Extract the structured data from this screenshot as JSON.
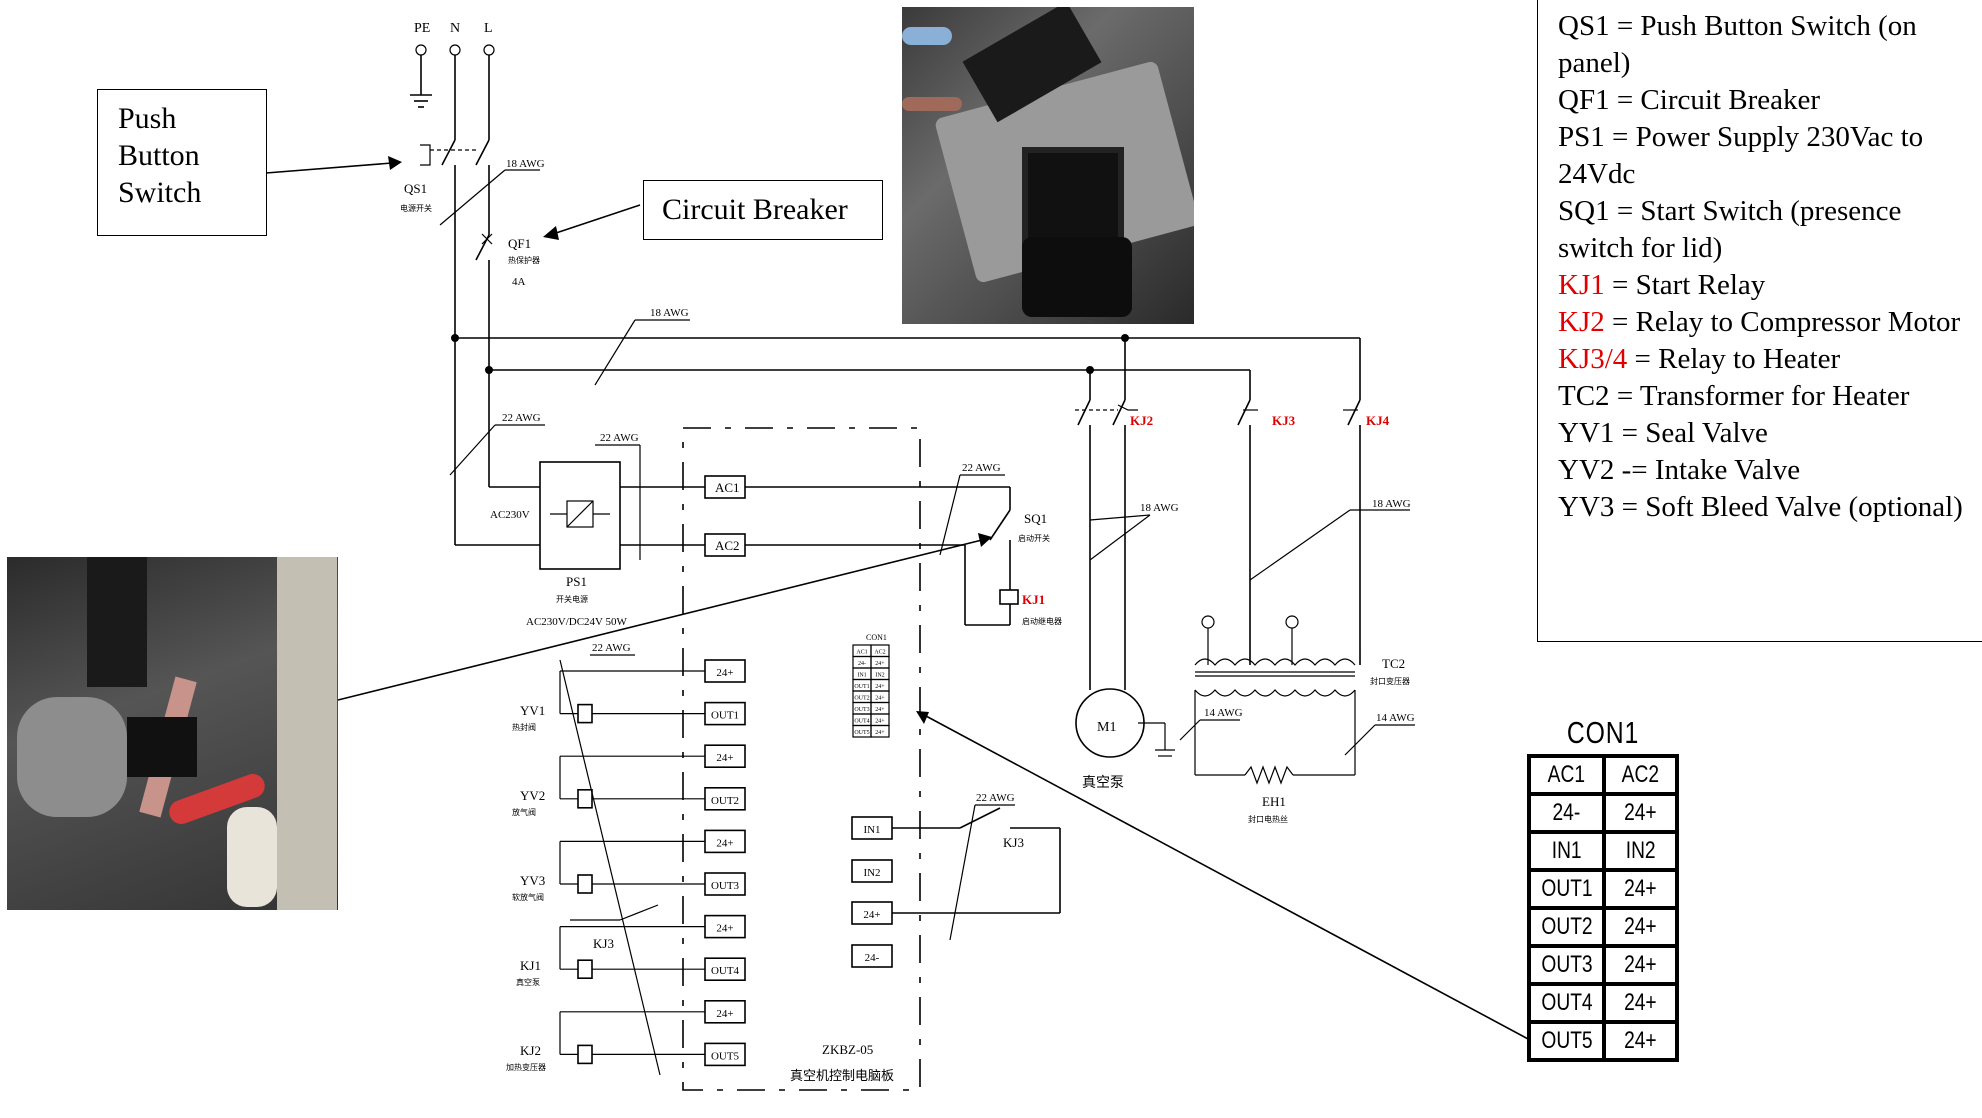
{
  "legend": {
    "items": [
      {
        "key": "QS1",
        "key_color": "#000000",
        "text": " = Push Button Switch (on panel)"
      },
      {
        "key": "QF1",
        "key_color": "#000000",
        "text": " = Circuit Breaker"
      },
      {
        "key": "PS1",
        "key_color": "#000000",
        "text": " = Power Supply 230Vac to 24Vdc"
      },
      {
        "key": "SQ1",
        "key_color": "#000000",
        "text": " = Start Switch (presence switch for lid)"
      },
      {
        "key": "KJ1",
        "key_color": "#e00000",
        "text": " = Start Relay"
      },
      {
        "key": "KJ2",
        "key_color": "#e00000",
        "text": " = Relay to Compressor Motor"
      },
      {
        "key": "KJ3/4",
        "key_color": "#e00000",
        "text": " = Relay to Heater"
      },
      {
        "key": "TC2",
        "key_color": "#000000",
        "text": " = Transformer for Heater"
      },
      {
        "key": "YV1",
        "key_color": "#000000",
        "text": " = Seal Valve"
      },
      {
        "key": "YV2",
        "key_color": "#000000",
        "text": " -= Intake Valve"
      },
      {
        "key": "YV3",
        "key_color": "#000000",
        "text": " = Soft Bleed Valve (optional)"
      }
    ]
  },
  "callouts": {
    "push_button": {
      "line1": "Push",
      "line2": "Button",
      "line3": "Switch"
    },
    "circuit_breaker": "Circuit Breaker"
  },
  "mains": {
    "pe": "PE",
    "n": "N",
    "l": "L"
  },
  "labels": {
    "qs1": "QS1",
    "qs1_cn": "电源开关",
    "qf1": "QF1",
    "qf1_cn": "热保护器",
    "qf1_rating": "4A",
    "awg18_a": "18 AWG",
    "awg18_b": "18 AWG",
    "awg22_a": "22 AWG",
    "awg22_b": "22 AWG",
    "awg22_c": "22 AWG",
    "awg22_d": "22 AWG",
    "awg22_e": "22 AWG",
    "awg18_c": "18 AWG",
    "awg18_d": "18 AWG",
    "awg14_a": "14 AWG",
    "awg14_b": "14 AWG",
    "ac230v": "AC230V",
    "ps1": "PS1",
    "ps1_cn": "开关电源",
    "ps1_rating": "AC230V/DC24V 50W",
    "ac1": "AC1",
    "ac2": "AC2",
    "sq1": "SQ1",
    "sq1_cn": "启动开关",
    "kj1": "KJ1",
    "kj1_cn": "启动继电器",
    "kj2": "KJ2",
    "kj3": "KJ3",
    "kj4": "KJ4",
    "m1": "M1",
    "m1_cn": "真空泵",
    "tc2": "TC2",
    "tc2_cn": "封口变压器",
    "eh1": "EH1",
    "eh1_cn": "封口电热丝",
    "yv1": "YV1",
    "yv1_cn": "热封阀",
    "yv2": "YV2",
    "yv2_cn": "放气阀",
    "yv3": "YV3",
    "yv3_cn": "软放气阀",
    "kj1_coil": "KJ1",
    "kj1_coil_cn": "真空泵",
    "kj2_coil": "KJ2",
    "kj2_coil_cn": "加热变压器",
    "kj3_contact": "KJ3",
    "kj3_contact_b": "KJ3",
    "board": "ZKBZ-05",
    "board_cn": "真空机控制电脑板",
    "con1_small": "CON1"
  },
  "terminals_left": [
    "24+",
    "OUT1",
    "24+",
    "OUT2",
    "24+",
    "OUT3",
    "24+",
    "OUT4",
    "24+",
    "OUT5"
  ],
  "terminals_mid": [
    "IN1",
    "IN2",
    "24+",
    "24-"
  ],
  "con1": {
    "title": "CON1",
    "rows": [
      [
        "AC1",
        "AC2"
      ],
      [
        "24-",
        "24+"
      ],
      [
        "IN1",
        "IN2"
      ],
      [
        "OUT1",
        "24+"
      ],
      [
        "OUT2",
        "24+"
      ],
      [
        "OUT3",
        "24+"
      ],
      [
        "OUT4",
        "24+"
      ],
      [
        "OUT5",
        "24+"
      ]
    ]
  },
  "colors": {
    "relay_label": "#e00000",
    "line": "#000000"
  }
}
